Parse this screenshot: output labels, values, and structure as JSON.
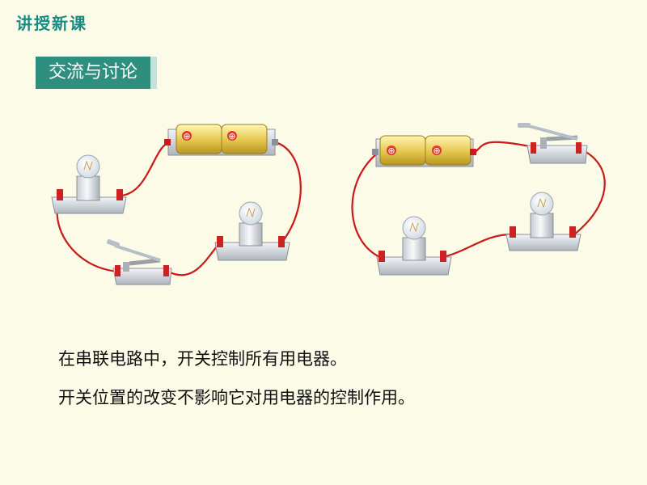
{
  "header": {
    "section_title": "讲授新课"
  },
  "topic": {
    "label": "交流与讨论"
  },
  "diagrams": [
    {
      "name": "series-circuit-1",
      "components": [
        "battery-holder",
        "bulb",
        "bulb",
        "switch"
      ]
    },
    {
      "name": "series-circuit-2",
      "components": [
        "battery-holder",
        "switch",
        "bulb",
        "bulb"
      ]
    }
  ],
  "battery": {
    "plus_symbol": "⊕"
  },
  "conclusions": [
    "在串联电路中，开关控制所有用电器。",
    "开关位置的改变不影响它对用电器的控制作用。"
  ],
  "colors": {
    "accent": "#178c85",
    "badge": "#2f8f7f",
    "wire": "#cc1a1a"
  }
}
